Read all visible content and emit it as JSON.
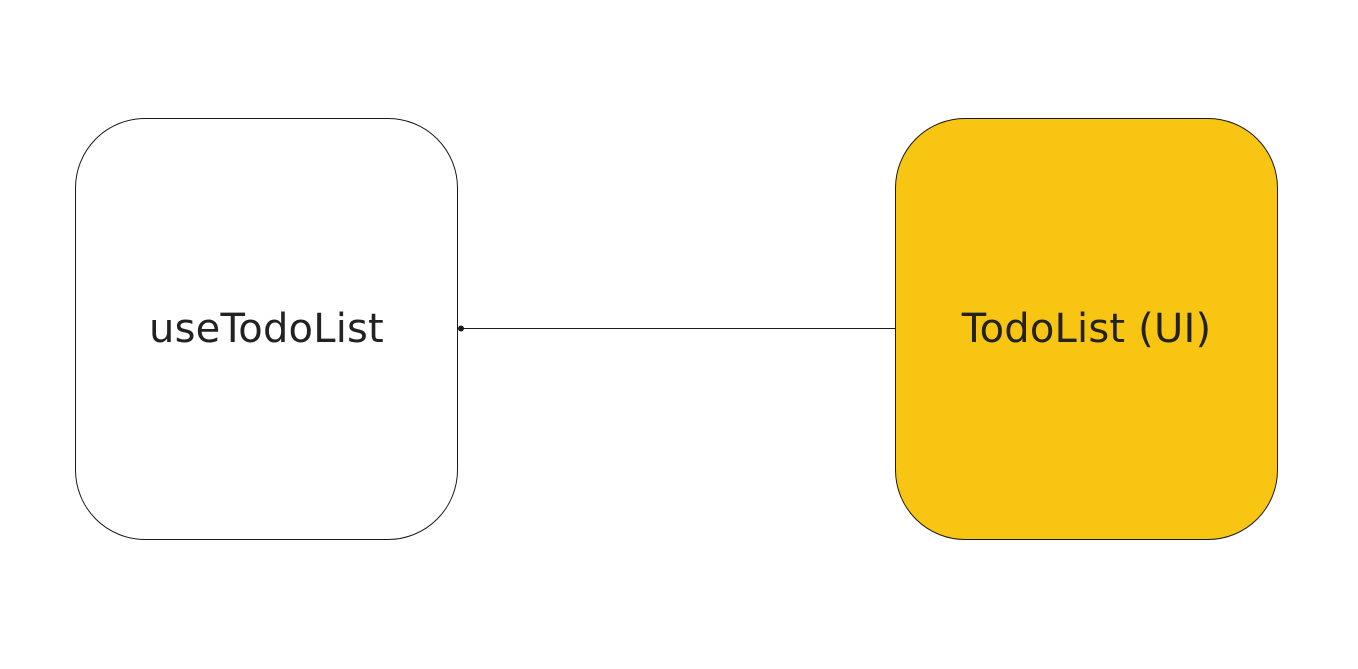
{
  "nodes": [
    {
      "label": "useTodoList",
      "fill": "#ffffff"
    },
    {
      "label": "TodoList (UI)",
      "fill": "#f8c513"
    }
  ],
  "edges": [
    {
      "from": "useTodoList",
      "to": "TodoList (UI)"
    }
  ],
  "colors": {
    "stroke": "#1a1a1a",
    "text": "#222222"
  }
}
